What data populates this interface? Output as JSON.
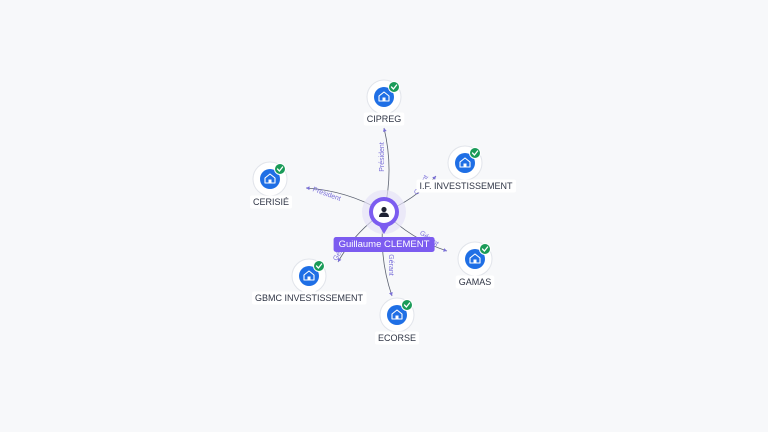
{
  "center": {
    "name": "Guillaume CLEMENT",
    "icon": "person-icon"
  },
  "colors": {
    "accent": "#7c5cf0",
    "company_icon_bg": "#1f6fe5",
    "check": "#1a9b58",
    "edge": "#5b6170",
    "edge_label": "#7a6fd9"
  },
  "companies": [
    {
      "id": "cipreg",
      "name": "CIPREG",
      "role": "Président",
      "icon": "building-icon",
      "verified": true
    },
    {
      "id": "if-investissement",
      "name": "I.F. INVESTISSEMENT",
      "role": "Gérant",
      "icon": "building-icon",
      "verified": true
    },
    {
      "id": "gamas",
      "name": "GAMAS",
      "role": "Gérant",
      "icon": "building-icon",
      "verified": true
    },
    {
      "id": "ecorse",
      "name": "ECORSE",
      "role": "Gérant",
      "icon": "building-icon",
      "verified": true
    },
    {
      "id": "gbmc-investissement",
      "name": "GBMC INVESTISSEMENT",
      "role": "Gérant",
      "icon": "building-icon",
      "verified": true
    },
    {
      "id": "cerisie",
      "name": "CERISIÉ",
      "role": "Président",
      "icon": "building-icon",
      "verified": true
    }
  ]
}
